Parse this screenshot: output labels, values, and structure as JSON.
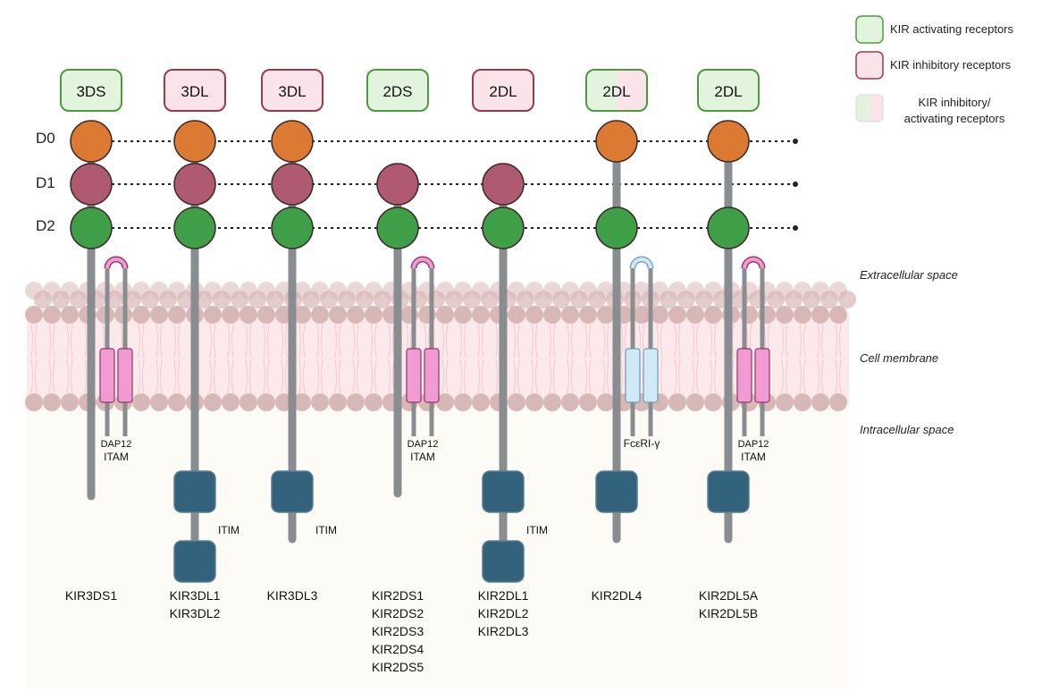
{
  "legend": {
    "activating": "KIR activating receptors",
    "inhibitory": "KIR inhibitory receptors",
    "mixed_line1": "KIR inhibitory/",
    "mixed_line2": "activating receptors"
  },
  "domains": [
    "D0",
    "D1",
    "D2"
  ],
  "regions": {
    "extracellular": "Extracellular space",
    "membrane": "Cell membrane",
    "intracellular": "Intracellular space"
  },
  "colors": {
    "d0": "#dc7a33",
    "d1": "#b05a72",
    "d2": "#3f9e48",
    "stalk": "#8a8d90",
    "itim_box": "#33637c",
    "dap12": "#f29bd3",
    "fce": "#cfeaf6",
    "activating_fill": "#e2f4de",
    "activating_border": "#4d9a3c",
    "inhibitory_fill": "#fbe3ea",
    "inhibitory_border": "#9b3a4a",
    "lipid_head": "#d8b7b7",
    "membrane_band": "#fbe9ec",
    "cytoplasm": "#fdfbf5"
  },
  "receptors": [
    {
      "tag": "3DS",
      "type": "activating",
      "domains": [
        "d0",
        "d1",
        "d2"
      ],
      "adaptor": "dap12",
      "adaptor_line1": "DAP12",
      "adaptor_line2": "ITAM",
      "itim_boxes": 0,
      "itim_label": "",
      "genes": [
        "KIR3DS1"
      ]
    },
    {
      "tag": "3DL",
      "type": "inhibitory",
      "domains": [
        "d0",
        "d1",
        "d2"
      ],
      "adaptor": "none",
      "adaptor_line1": "",
      "adaptor_line2": "",
      "itim_boxes": 2,
      "itim_label": "ITIM",
      "genes": [
        "KIR3DL1",
        "KIR3DL2"
      ]
    },
    {
      "tag": "3DL",
      "type": "inhibitory",
      "domains": [
        "d0",
        "d1",
        "d2"
      ],
      "adaptor": "none",
      "adaptor_line1": "",
      "adaptor_line2": "",
      "itim_boxes": 1,
      "itim_label": "ITIM",
      "genes": [
        "KIR3DL3"
      ]
    },
    {
      "tag": "2DS",
      "type": "activating",
      "domains": [
        "d1",
        "d2"
      ],
      "adaptor": "dap12",
      "adaptor_line1": "DAP12",
      "adaptor_line2": "ITAM",
      "itim_boxes": 0,
      "itim_label": "",
      "genes": [
        "KIR2DS1",
        "KIR2DS2",
        "KIR2DS3",
        "KIR2DS4",
        "KIR2DS5"
      ]
    },
    {
      "tag": "2DL",
      "type": "inhibitory",
      "domains": [
        "d1",
        "d2"
      ],
      "adaptor": "none",
      "adaptor_line1": "",
      "adaptor_line2": "",
      "itim_boxes": 2,
      "itim_label": "ITIM",
      "genes": [
        "KIR2DL1",
        "KIR2DL2",
        "KIR2DL3"
      ]
    },
    {
      "tag": "2DL",
      "type": "mixed",
      "domains": [
        "d0",
        "d2"
      ],
      "adaptor": "fce",
      "adaptor_line1": "FcεRI-γ",
      "adaptor_line2": "",
      "itim_boxes": 1,
      "itim_label": "",
      "genes": [
        "KIR2DL4"
      ]
    },
    {
      "tag": "2DL",
      "type": "activating",
      "domains": [
        "d0",
        "d2"
      ],
      "adaptor": "dap12",
      "adaptor_line1": "DAP12",
      "adaptor_line2": "ITAM",
      "itim_boxes": 1,
      "itim_label": "",
      "genes": [
        "KIR2DL5A",
        "KIR2DL5B"
      ]
    }
  ]
}
